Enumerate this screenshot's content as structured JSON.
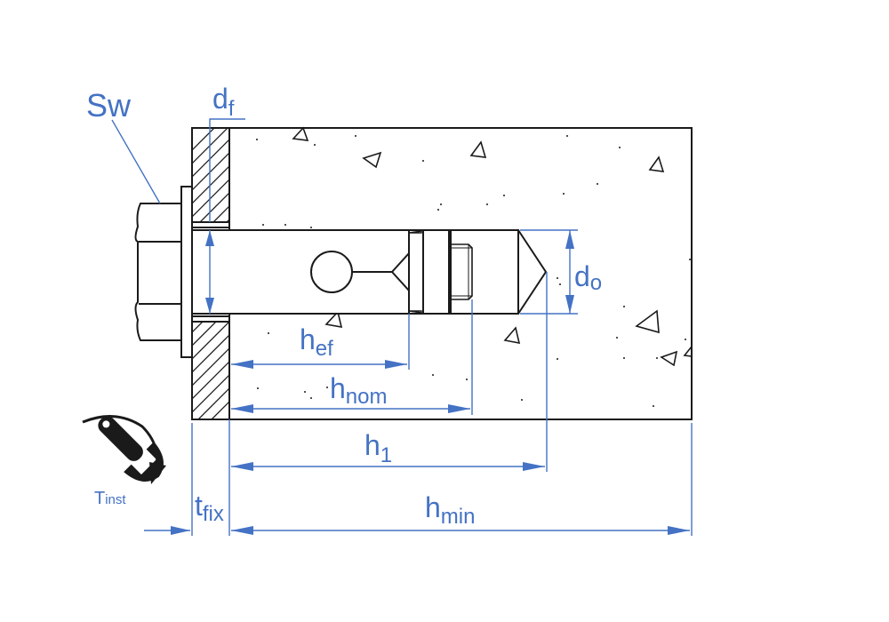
{
  "diagram": {
    "title": "Anchor bolt installation dimensions",
    "colors": {
      "dimension": "#4472c4",
      "outline": "#1a1a1a",
      "background": "#ffffff"
    },
    "labels": {
      "sw": {
        "main": "Sw",
        "sub": ""
      },
      "df": {
        "main": "d",
        "sub": "f"
      },
      "do": {
        "main": "d",
        "sub": "o"
      },
      "hef": {
        "main": "h",
        "sub": "ef"
      },
      "hnom": {
        "main": "h",
        "sub": "nom"
      },
      "h1": {
        "main": "h",
        "sub": "1"
      },
      "hmin": {
        "main": "h",
        "sub": "min"
      },
      "tfix": {
        "main": "t",
        "sub": "fix"
      },
      "tinst": {
        "main": "T",
        "sub": "inst"
      }
    },
    "components": [
      "hex-bolt-head",
      "washer",
      "fixture-plate",
      "concrete-base",
      "anchor-sleeve",
      "expansion-cone",
      "drill-hole-tip",
      "torque-wrench-icon"
    ]
  }
}
